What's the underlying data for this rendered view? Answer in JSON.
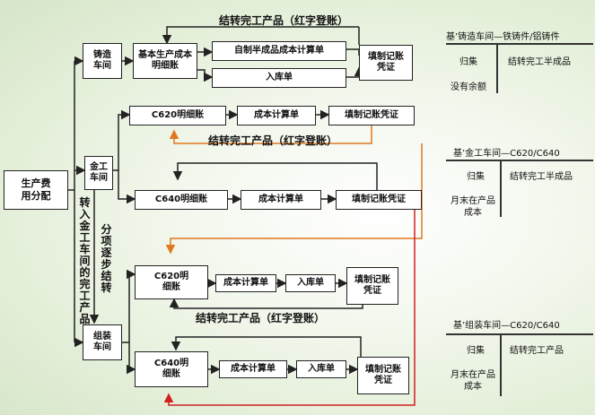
{
  "nodes": {
    "cost_alloc": "生产费用分配",
    "casting_ws": "铸造车间",
    "metal_ws": "金工车间",
    "assembly_ws": "组装车间",
    "basic_detail": "基本生产成本明细账",
    "semi_calc": "自制半成品成本计算单",
    "inbound1": "入库单",
    "voucher1": "填制记账凭证",
    "c620_detail": "C620明细账",
    "calc_a": "成本计算单",
    "voucher_a": "填制记账凭证",
    "c640_detail": "C640明细账",
    "calc_b": "成本计算单",
    "voucher_b": "填制记账凭证",
    "c620_detail2": "C620明细账",
    "calc_c": "成本计算单",
    "inbound_c": "入库单",
    "voucher_c": "填制记账凭证",
    "c640_detail2": "C640明细账",
    "calc_d": "成本计算单",
    "inbound_d": "入库单",
    "voucher_d": "填制记账凭证"
  },
  "labels": {
    "transfer1": "结转完工产品（红字登账）",
    "transfer2": "结转完工产品（红字登账）",
    "transfer3": "结转完工产品（红字登账）",
    "vert_transfer": "转入金工车间的完工产品",
    "vert_step": "分项逐步结转"
  },
  "t_accounts": [
    {
      "title": "基’铸造车间—铁铸件/铝铸件",
      "left": "归集",
      "right": "结转完工半成品",
      "bottom": "没有余额"
    },
    {
      "title": "基’金工车间—C620/C640",
      "left": "归集",
      "right": "结转完工半成品",
      "bottom": "月末在产品成本"
    },
    {
      "title": "基’组装车间—C620/C640",
      "left": "归集",
      "right": "结转完工产品",
      "bottom": "月末在产品成本"
    }
  ],
  "colors": {
    "line": "#222222",
    "orange_line": "#e07820",
    "red_line": "#d02020"
  }
}
